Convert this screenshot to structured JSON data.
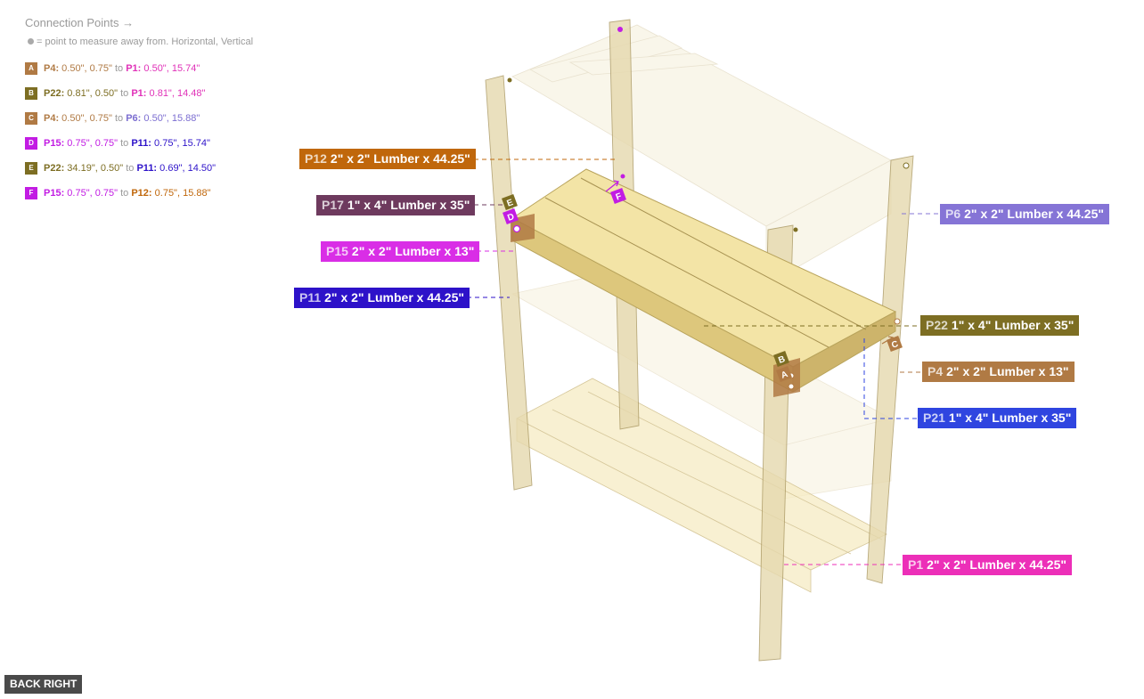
{
  "connection_panel": {
    "title": "Connection Points →",
    "hint": "= point to measure away from. Horizontal, Vertical",
    "to_word": "to",
    "rows": [
      {
        "badge": "A",
        "badge_color": "#b07a44",
        "from_part": "P4:",
        "from_color": "#b07a44",
        "from_val": "0.50\", 0.75\"",
        "to_part": "P1:",
        "to_color": "#e031b8",
        "to_val": "0.50\", 15.74\""
      },
      {
        "badge": "B",
        "badge_color": "#7d6e23",
        "from_part": "P22:",
        "from_color": "#7d6e23",
        "from_val": "0.81\", 0.50\"",
        "to_part": "P1:",
        "to_color": "#e031b8",
        "to_val": "0.81\", 14.48\""
      },
      {
        "badge": "C",
        "badge_color": "#b07a44",
        "from_part": "P4:",
        "from_color": "#b07a44",
        "from_val": "0.50\", 0.75\"",
        "to_part": "P6:",
        "to_color": "#7c6ed1",
        "to_val": "0.50\", 15.88\""
      },
      {
        "badge": "D",
        "badge_color": "#c21ce3",
        "from_part": "P15:",
        "from_color": "#c21ce3",
        "from_val": "0.75\", 0.75\"",
        "to_part": "P11:",
        "to_color": "#2d12c9",
        "to_val": "0.75\", 15.74\""
      },
      {
        "badge": "E",
        "badge_color": "#7d6e23",
        "from_part": "P22:",
        "from_color": "#7d6e23",
        "from_val": "34.19\", 0.50\"",
        "to_part": "P11:",
        "to_color": "#2d12c9",
        "to_val": "0.69\", 14.50\""
      },
      {
        "badge": "F",
        "badge_color": "#c21ce3",
        "from_part": "P15:",
        "from_color": "#c21ce3",
        "from_val": "0.75\", 0.75\"",
        "to_part": "P12:",
        "to_color": "#c0670b",
        "to_val": "0.75\", 15.88\""
      }
    ]
  },
  "part_labels": [
    {
      "id": "P12",
      "text": "2\" x 2\" Lumber x 44.25\"",
      "color": "#c0670b"
    },
    {
      "id": "P17",
      "text": "1\" x 4\" Lumber  x 35\"",
      "color": "#6e3a5e"
    },
    {
      "id": "P15",
      "text": "2\" x 2\" Lumber x 13\"",
      "color": "#d92ee6"
    },
    {
      "id": "P11",
      "text": "2\" x 2\" Lumber x 44.25\"",
      "color": "#2d12c9"
    },
    {
      "id": "P6",
      "text": "2\" x 2\" Lumber x 44.25\"",
      "color": "#8574d6"
    },
    {
      "id": "P22",
      "text": "1\" x 4\" Lumber  x 35\"",
      "color": "#7d6e23"
    },
    {
      "id": "P4",
      "text": "2\" x 2\" Lumber x 13\"",
      "color": "#b07a44"
    },
    {
      "id": "P21",
      "text": "1\" x 4\" Lumber  x 35\"",
      "color": "#2f45e0"
    },
    {
      "id": "P1",
      "text": "2\" x 2\" Lumber x 44.25\"",
      "color": "#ec2fb8"
    }
  ],
  "diagram_badges": [
    "A",
    "B",
    "C",
    "D",
    "E",
    "F"
  ],
  "view_button": {
    "label": "BACK RIGHT"
  }
}
